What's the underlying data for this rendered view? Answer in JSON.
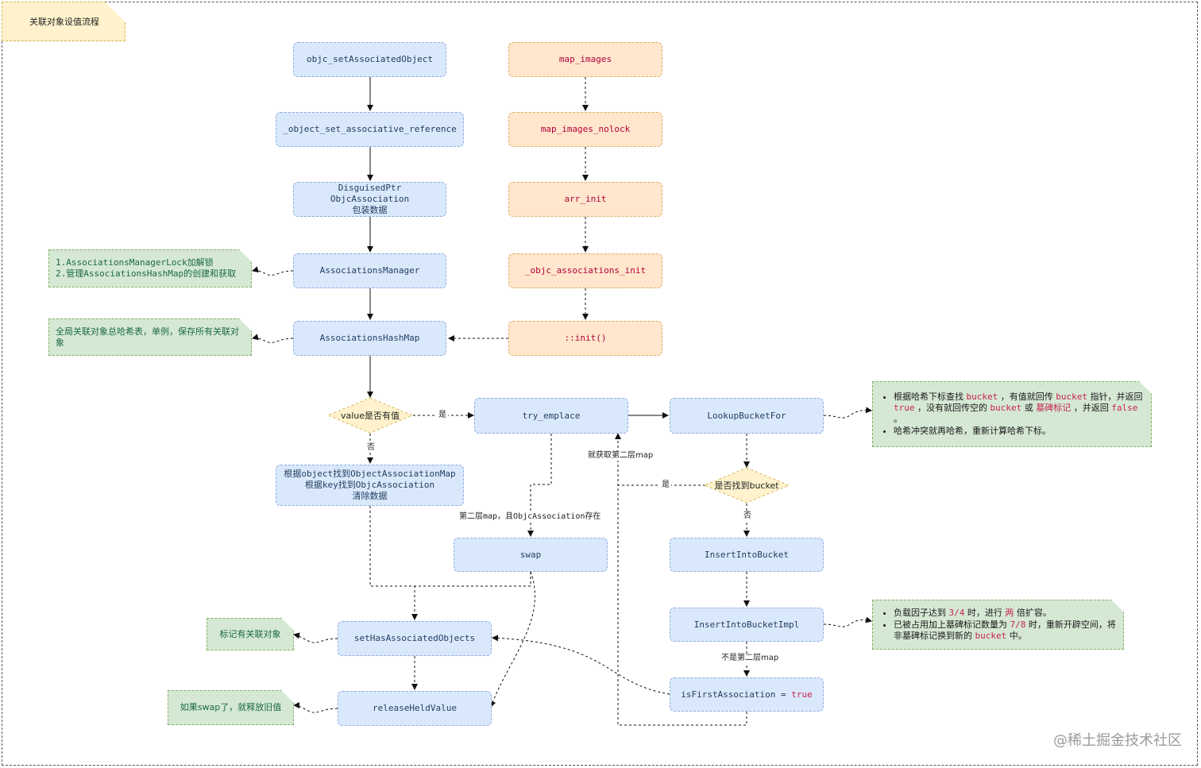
{
  "title": "关联对象设值流程",
  "nodes": {
    "set_associated": "objc_setAssociatedObject",
    "set_assoc_ref": "_object_set_associative_reference",
    "disguised": "DisguisedPtr\nObjcAssociation\n包装数据",
    "manager": "AssociationsManager",
    "hashmap": "AssociationsHashMap",
    "value_check": "value是否有值",
    "clear": "根据object找到ObjectAssociationMap\n根据key找到ObjcAssociation\n清除数据",
    "try_emplace": "try_emplace",
    "swap": "swap",
    "set_has": "setHasAssociatedObjects",
    "release": "releaseHeldValue",
    "lookup": "LookupBucketFor",
    "found_check": "是否找到bucket",
    "insert": "InsertIntoBucket",
    "insert_impl": "InsertIntoBucketImpl",
    "is_first": "isFirstAssociation = ",
    "is_first_true": "true",
    "map_images": "map_images",
    "map_images_nolock": "map_images_nolock",
    "arr_init": "arr_init",
    "assoc_init": "_objc_associations_init",
    "init": "::init()"
  },
  "notes": {
    "manager_note_1": "1.AssociationsManagerLock加解锁",
    "manager_note_2": "2.管理AssociationsHashMap的创建和获取",
    "hashmap_note": "全局关联对象总哈希表，单例，保存所有关联对象",
    "set_has_note": "标记有关联对象",
    "release_note": "如果swap了，就释放旧值",
    "lookup_note": {
      "b1_a": "根据哈希下标查找 ",
      "b1_k1": "bucket",
      "b1_b": " ，有值就回传 ",
      "b1_k2": "bucket",
      "b1_c": " 指针，并返回 ",
      "b1_k3": "true",
      "b1_d": " ，没有就回传空的 ",
      "b1_k4": "bucket",
      "b1_e": " 或 ",
      "b1_k5": "墓碑标记",
      "b1_f": " ，并返回 ",
      "b1_k6": "false",
      "b1_g": " 。",
      "b2": "哈希冲突就再哈希，重新计算哈希下标。"
    },
    "insert_note": {
      "b1_a": "负载因子达到 ",
      "b1_k1": "3/4",
      "b1_b": " 时，进行 ",
      "b1_k2": "两",
      "b1_c": " 倍扩容。",
      "b2_a": "已被占用加上墓碑标记数量为 ",
      "b2_k1": "7/8",
      "b2_b": " 时，重新开辟空间，将非墓碑标记换到新的 ",
      "b2_k2": "bucket",
      "b2_c": " 中。"
    }
  },
  "edge_labels": {
    "yes1": "是",
    "no1": "否",
    "second_map": "第二层map，且ObjcAssociation存在",
    "get_second": "就获取第二层map",
    "yes2": "是",
    "no2": "否",
    "not_second": "不是第二层map"
  },
  "watermark": "@稀土掘金技术社区",
  "colors": {
    "blue_fill": "#dae8fc",
    "orange_fill": "#ffe6cc",
    "note_fill": "#d5e8d4",
    "decision_fill": "#fff2cc",
    "keyword": "#c7254e"
  }
}
